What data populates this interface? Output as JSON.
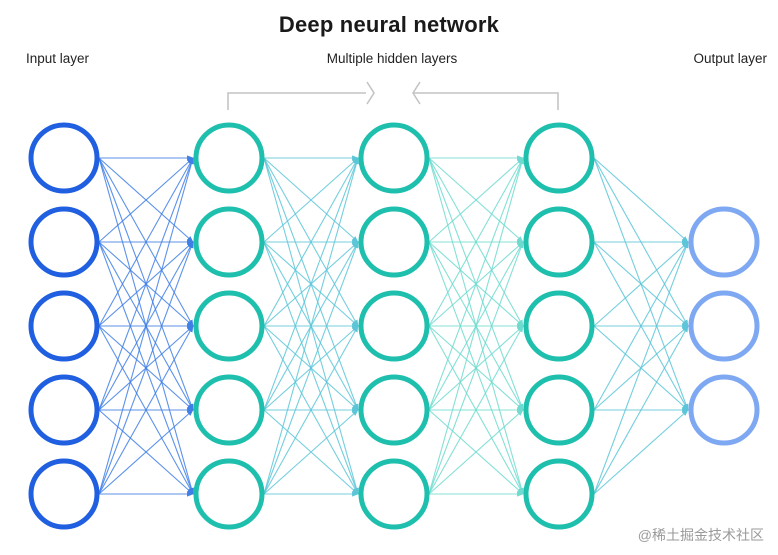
{
  "title": "Deep neural network",
  "labels": {
    "input": "Input layer",
    "hidden": "Multiple hidden layers",
    "output": "Output layer"
  },
  "watermark": "@稀土掘金技术社区",
  "network": {
    "layers": [
      {
        "name": "input",
        "nodes": 5,
        "color": "#1f5fe0"
      },
      {
        "name": "hidden-1",
        "nodes": 5,
        "color": "#1fbfae"
      },
      {
        "name": "hidden-2",
        "nodes": 5,
        "color": "#1fbfae"
      },
      {
        "name": "hidden-3",
        "nodes": 5,
        "color": "#1fbfae"
      },
      {
        "name": "output",
        "nodes": 3,
        "color": "#7ea8f2"
      }
    ],
    "connection_colors": [
      "#3f7fe6",
      "#5cc6d8",
      "#6fdacf",
      "#5cc6d8",
      "#4f95e6"
    ],
    "bracket_color": "#c4c4c4",
    "watermark_color": "#9a9a9a"
  }
}
